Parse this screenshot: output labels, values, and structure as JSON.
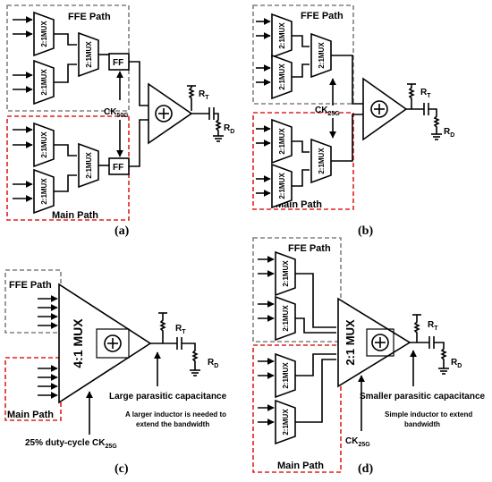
{
  "labels": {
    "ffe_path": "FFE Path",
    "main_path": "Main Path",
    "mux21": "2:1MUX",
    "mux21_spaced": "2:1 MUX",
    "mux41": "4:1 MUX",
    "ff": "FF",
    "rt_main": "R",
    "rt_sub": "T",
    "rd_main": "R",
    "rd_sub": "D",
    "ck_main": "CK",
    "ck50_sub": "50G",
    "ck25_sub": "25G",
    "duty_cycle": "25% duty-cycle CK",
    "large_parasitic": "Large parasitic capacitance",
    "larger_inductor_1": "A larger inductor is needed to",
    "larger_inductor_2": "extend the bandwidth",
    "smaller_parasitic": "Smaller parasitic capacitance",
    "simple_inductor_1": "Simple inductor to extend",
    "simple_inductor_2": "bandwidth"
  },
  "captions": {
    "a": "(a)",
    "b": "(b)",
    "c": "(c)",
    "d": "(d)"
  },
  "colors": {
    "ffe_box": "#808080",
    "main_box": "#e02020"
  }
}
